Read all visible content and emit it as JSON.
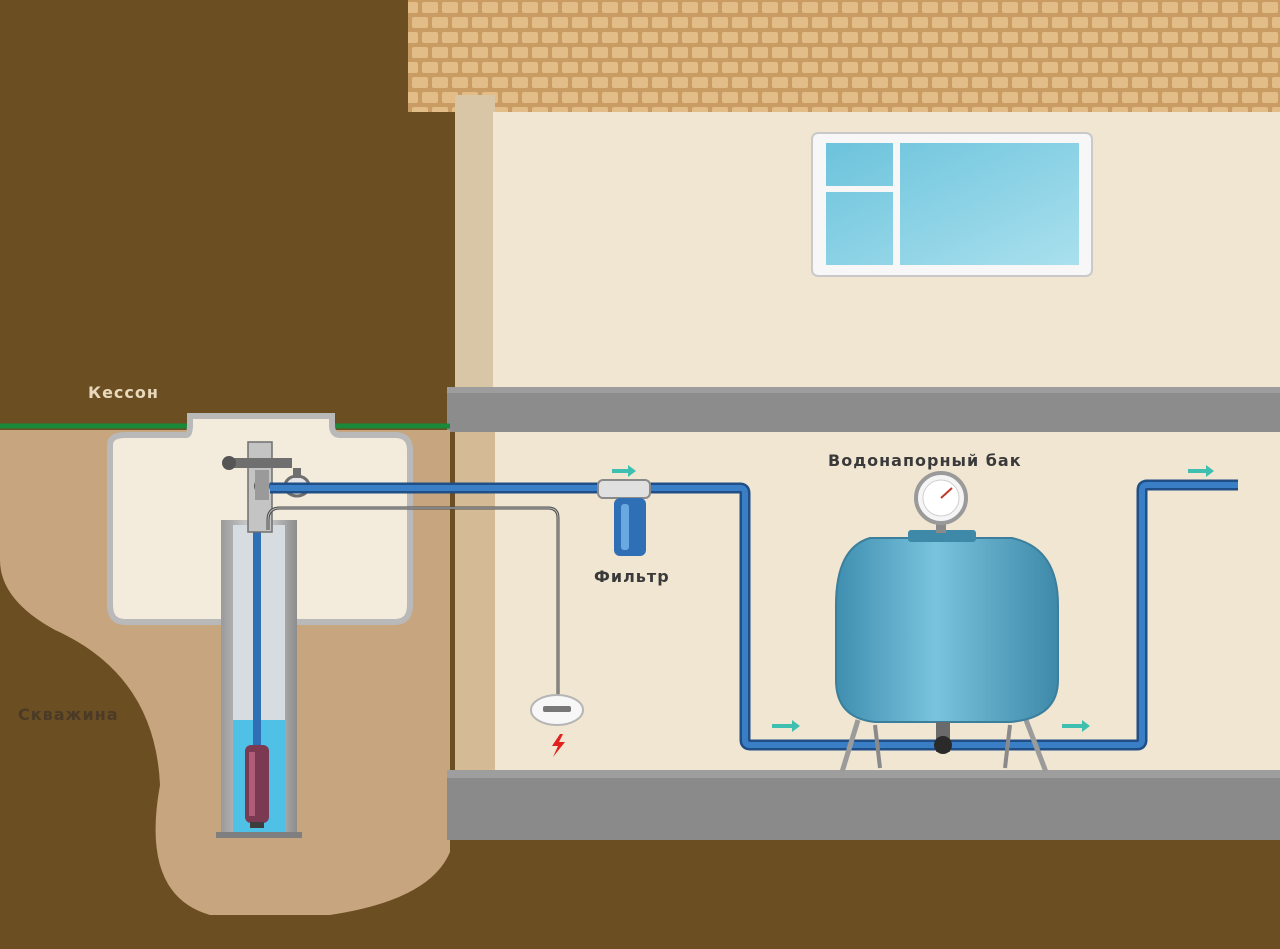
{
  "labels": {
    "caisson": "Кессон",
    "borehole": "Скважина",
    "filter": "Фильтр",
    "tank": "Водонапорный бак"
  },
  "colors": {
    "soil": "#6b4e22",
    "excavation": "#c7a57e",
    "wall": "#f1e6d2",
    "slab": "#8c8c8c",
    "brick": "#d6ad79",
    "pipe": "#2f6fb5",
    "water": "#4fc1e6",
    "tank": "#5ba7c6",
    "grass": "#1a8a3a"
  }
}
